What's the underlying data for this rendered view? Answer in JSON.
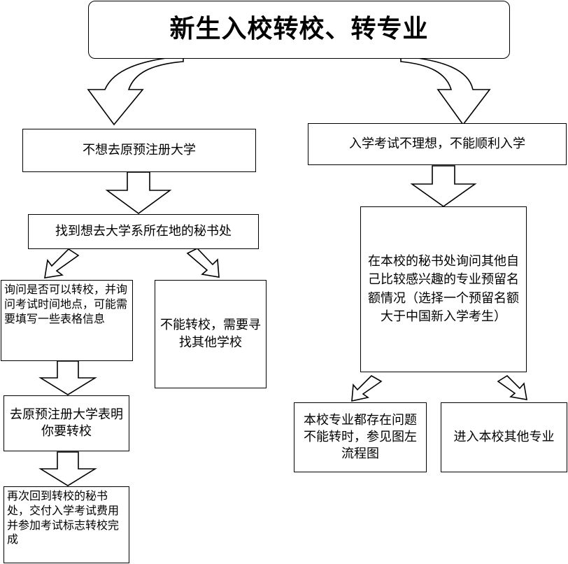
{
  "title": "新生入校转校、转专业",
  "left": {
    "head": "不想去原预注册大学",
    "find": "找到想去大学系所在地的秘书处",
    "ask": "询问是否可以转校，并询问考试时间地点，可能需要填写一些表格信息",
    "cannot": "不能转校，需要寻找其他学校",
    "goto_original": "去原预注册大学表明你要转校",
    "return": "再次回到转校的秘书处，交付入学考试费用并参加考试标志转校完成"
  },
  "right": {
    "head": "入学考试不理想，不能顺利入学",
    "inquire": "在本校的秘书处询问其他自己比较感兴趣的专业预留名额情况（选择一个预留名额大于中国新入学考生）",
    "no_transfer": "本校专业都存在问题不能转时，参见图左流程图",
    "enter_other": "进入本校其他专业"
  }
}
